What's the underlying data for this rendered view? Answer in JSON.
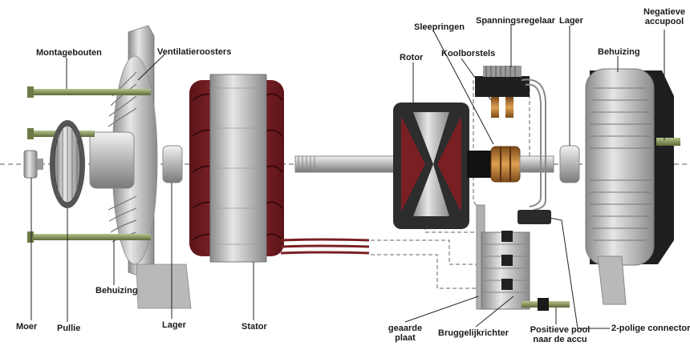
{
  "labels": {
    "montagebouten": "Montagebouten",
    "ventilatieroosters": "Ventilatieroosters",
    "rotor": "Rotor",
    "sleepringen": "Sleepringen",
    "koolborstels": "Koolborstels",
    "spanningsregelaar": "Spanningsregelaar",
    "lager_right": "Lager",
    "behuizing_right": "Behuizing",
    "negatieve_line1": "Negatieve",
    "negatieve_line2": "accupool",
    "moer": "Moer",
    "pullie": "Pullie",
    "behuizing_left": "Behuizing",
    "lager_left": "Lager",
    "stator": "Stator",
    "geaarde_line1": "geaarde",
    "geaarde_line2": "plaat",
    "bruggelijkrichter": "Bruggelijkrichter",
    "positieve_line1": "Positieve pool",
    "positieve_line2": "naar de accu",
    "connector": "2-polige connector"
  },
  "colors": {
    "metal_light": "#d9d9d9",
    "metal_mid": "#a6a6a6",
    "metal_dark": "#6e6e6e",
    "copper": "#7a1f24",
    "copper_dark": "#4a0f12",
    "brass": "#c98a3d",
    "bolt_green": "#7d8c55",
    "black_part": "#1c1c1c"
  }
}
